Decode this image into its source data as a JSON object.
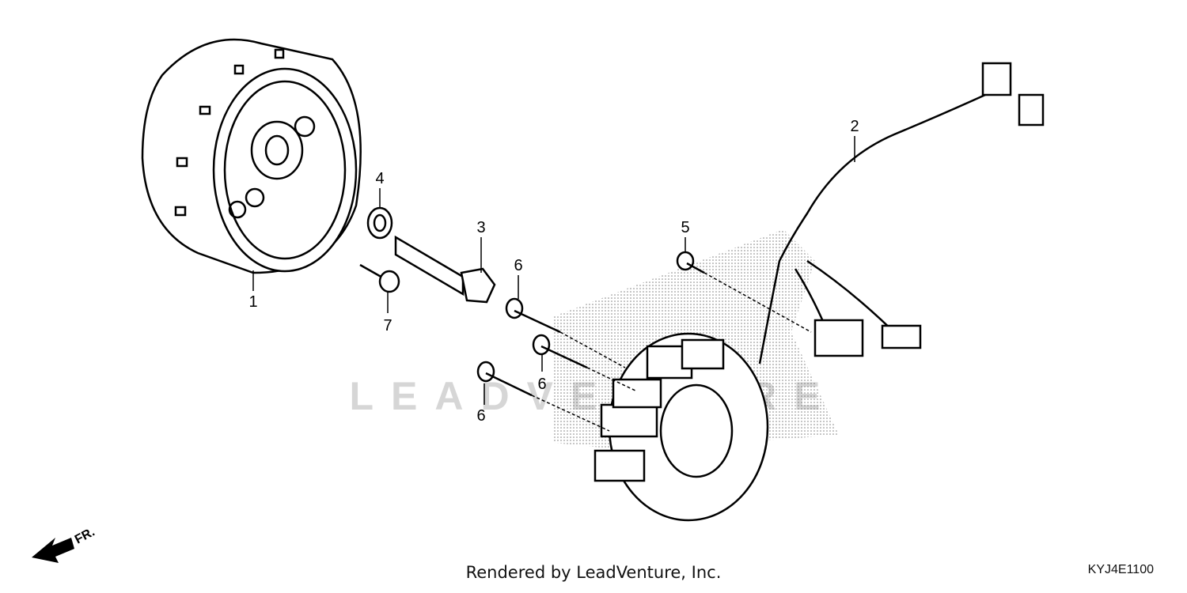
{
  "diagram": {
    "callouts": [
      {
        "id": "1",
        "label": "1"
      },
      {
        "id": "2",
        "label": "2"
      },
      {
        "id": "3",
        "label": "3"
      },
      {
        "id": "4",
        "label": "4"
      },
      {
        "id": "5",
        "label": "5"
      },
      {
        "id": "6a",
        "label": "6"
      },
      {
        "id": "6b",
        "label": "6"
      },
      {
        "id": "6c",
        "label": "6"
      },
      {
        "id": "7",
        "label": "7"
      }
    ],
    "direction_label": "FR.",
    "watermark_text": "LEADVENTURE"
  },
  "footer": {
    "rendered_by": "Rendered by LeadVenture, Inc.",
    "diagram_code": "KYJ4E1100"
  }
}
